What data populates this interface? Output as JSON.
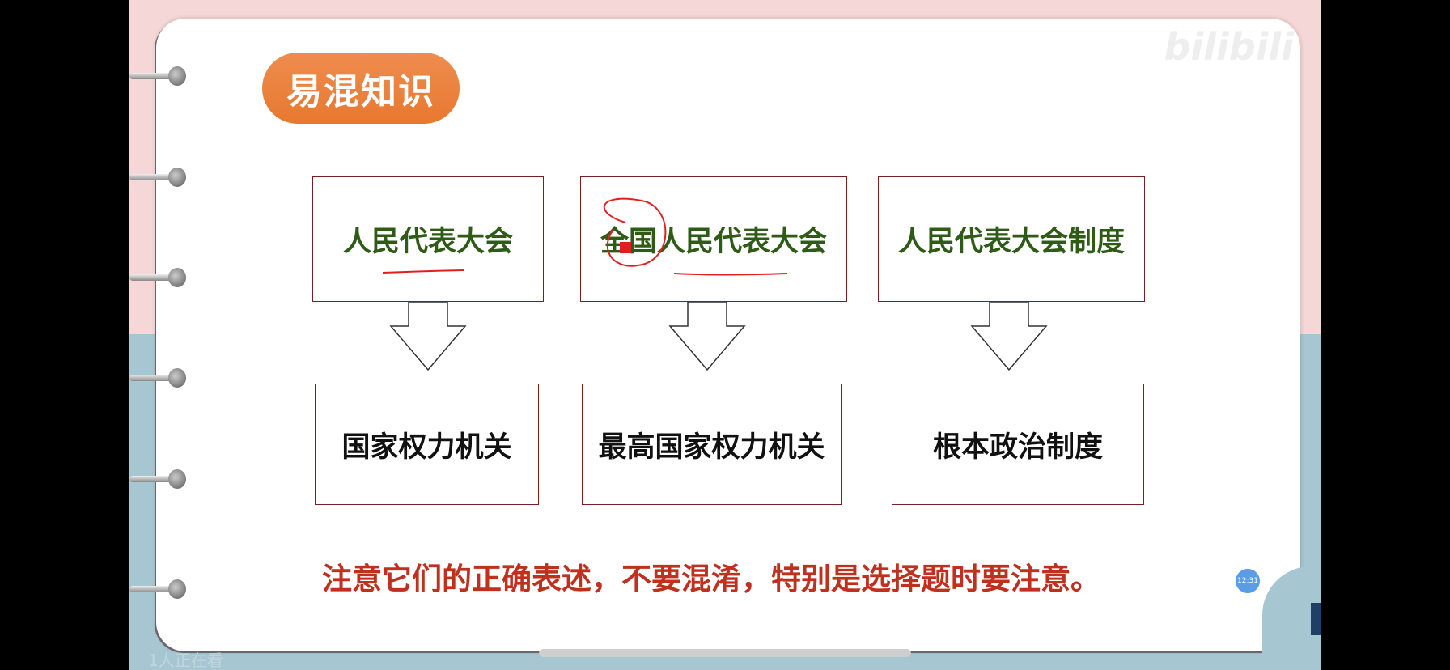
{
  "badge": "易混知识",
  "logo": "bilibili",
  "top_boxes": [
    "人民代表大会",
    "全国人民代表大会",
    "人民代表大会制度"
  ],
  "bottom_boxes": [
    "国家权力机关",
    "最高国家权力机关",
    "根本政治制度"
  ],
  "note": "注意它们的正确表述，不要混淆，特别是选择题时要注意。",
  "clock": "12:31",
  "viewers": "1人正在看",
  "colors": {
    "badge": "#e8782f",
    "top_text": "#2e5b16",
    "note": "#c0301e",
    "annotation": "#e02020"
  }
}
